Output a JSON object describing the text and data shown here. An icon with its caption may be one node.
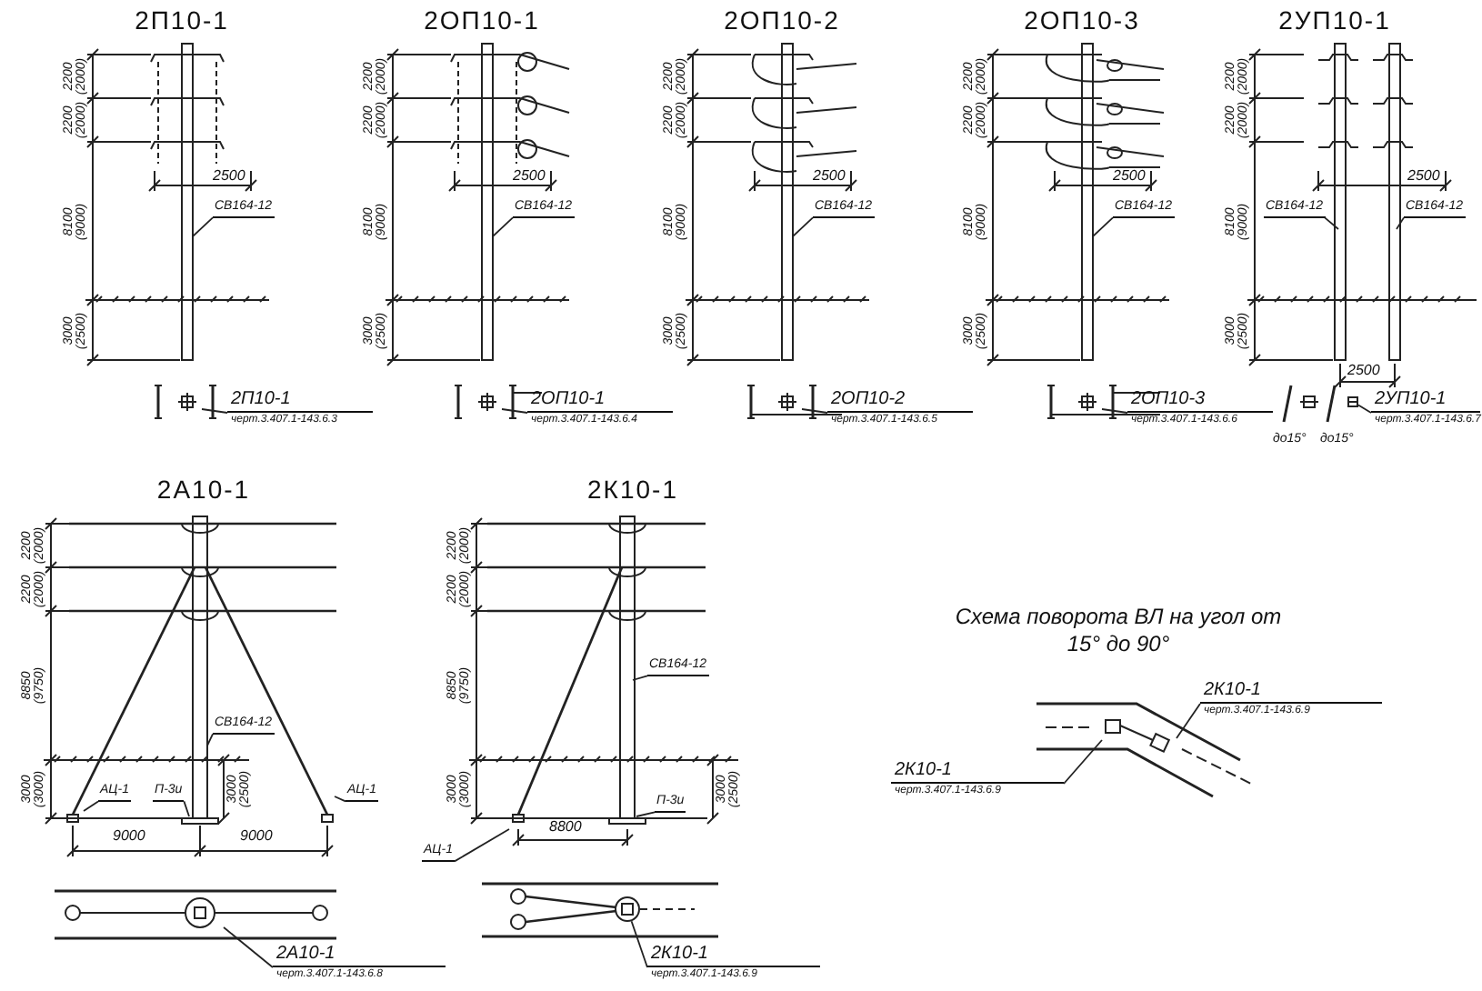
{
  "diagram": {
    "nodes": [
      {
        "text": [
          "СВ164-12"
        ]
      },
      {
        "text": [
          "2П10-1",
          "черт.3.407.1-143.6.3"
        ]
      },
      {
        "text": [
          "СВ164-12"
        ]
      },
      {
        "text": [
          "2ОП10-1",
          "черт.3.407.1-143.6.4"
        ]
      },
      {
        "text": [
          "СВ164-12"
        ]
      },
      {
        "text": [
          "2ОП10-2",
          "черт.3.407.1-143.6.5"
        ]
      },
      {
        "text": [
          "СВ164-12"
        ]
      },
      {
        "text": [
          "2ОП10-3",
          "черт.3.407.1-143.6.6"
        ]
      },
      {
        "text": [
          "СВ164-12"
        ]
      },
      {
        "text": [
          "СВ164-12"
        ]
      },
      {
        "text": [
          "2УП10-1",
          "черт.3.407.1-143.6.7"
        ]
      },
      {
        "text": [
          "АЦ-1"
        ]
      },
      {
        "text": [
          "П-3и"
        ]
      },
      {
        "text": [
          "АЦ-1"
        ]
      },
      {
        "text": [
          "СВ164-12"
        ]
      },
      {
        "text": [
          "2А10-1",
          "черт.3.407.1-143.6.8"
        ]
      },
      {
        "text": [
          "СВ164-12"
        ]
      },
      {
        "text": [
          "АЦ-1"
        ]
      },
      {
        "text": [
          "П-3и"
        ]
      },
      {
        "text": [
          "2К10-1",
          "черт.3.407.1-143.6.9"
        ]
      },
      {
        "text": [
          "2К10-1",
          "черт.3.407.1-143.6.9"
        ]
      },
      {
        "text": [
          "2К10-1",
          "черт.3.407.1-143.6.9"
        ]
      },
      {
        "text": [],
        "shape": "box"
      },
      {
        "text": [],
        "shape": "circle"
      }
    ],
    "edges": [
      {
        "from": 0,
        "to": null,
        "arrow": "none"
      },
      {
        "from": 1,
        "to": null,
        "arrow": "none"
      },
      {
        "from": 2,
        "to": null,
        "arrow": "none"
      },
      {
        "from": 3,
        "to": null,
        "arrow": "none"
      },
      {
        "from": 4,
        "to": null,
        "arrow": "none"
      },
      {
        "from": 5,
        "to": null,
        "arrow": "none"
      },
      {
        "from": 6,
        "to": null,
        "arrow": "none"
      },
      {
        "from": 7,
        "to": null,
        "arrow": "none"
      },
      {
        "from": 8,
        "to": null,
        "arrow": "none"
      },
      {
        "from": 9,
        "to": null,
        "arrow": "none"
      },
      {
        "from": 10,
        "to": 22,
        "arrow": "none"
      },
      {
        "from": 11,
        "to": null,
        "arrow": "none"
      },
      {
        "from": 12,
        "to": null,
        "arrow": "none"
      },
      {
        "from": 13,
        "to": null,
        "arrow": "none"
      },
      {
        "from": 14,
        "to": null,
        "arrow": "none"
      },
      {
        "from": 15,
        "to": null,
        "arrow": "none"
      },
      {
        "from": 16,
        "to": null,
        "arrow": "none"
      },
      {
        "from": 17,
        "to": null,
        "arrow": "none"
      },
      {
        "from": 18,
        "to": null,
        "arrow": "none"
      },
      {
        "from": 19,
        "to": 23,
        "arrow": "none"
      },
      {
        "from": 20,
        "to": null,
        "arrow": "none"
      },
      {
        "from": 21,
        "to": null,
        "arrow": "none"
      }
    ],
    "labels": [
      "2П10-1",
      "2ОП10-1",
      "2ОП10-2",
      "2ОП10-3",
      "2УП10-1",
      "2200 (2000)",
      "2200 (2000)",
      "8100 (9000)",
      "3000 (2500)",
      "2500",
      "2200 (2000)",
      "2200 (2000)",
      "8100 (9000)",
      "3000 (2500)",
      "2500",
      "2200 (2000)",
      "2200 (2000)",
      "8100 (9000)",
      "3000 (2500)",
      "2500",
      "2200 (2000)",
      "2200 (2000)",
      "8100 (9000)",
      "3000 (2500)",
      "2500",
      "2200 (2000)",
      "2200 (2000)",
      "8100 (9000)",
      "3000 (2500)",
      "2500",
      "2500",
      "до15°",
      "до15°",
      "2А10-1",
      "2К10-1",
      "Схема поворота ВЛ на угол от 15° до 90°",
      "2200 (2000)",
      "2200 (2000)",
      "8850 (9750)",
      "3000 (3000)",
      "3000 (2500)",
      "9000",
      "9000",
      "2200 (2000)",
      "2200 (2000)",
      "8850 (9750)",
      "3000 (3000)",
      "3000 (2500)",
      "8800"
    ]
  }
}
